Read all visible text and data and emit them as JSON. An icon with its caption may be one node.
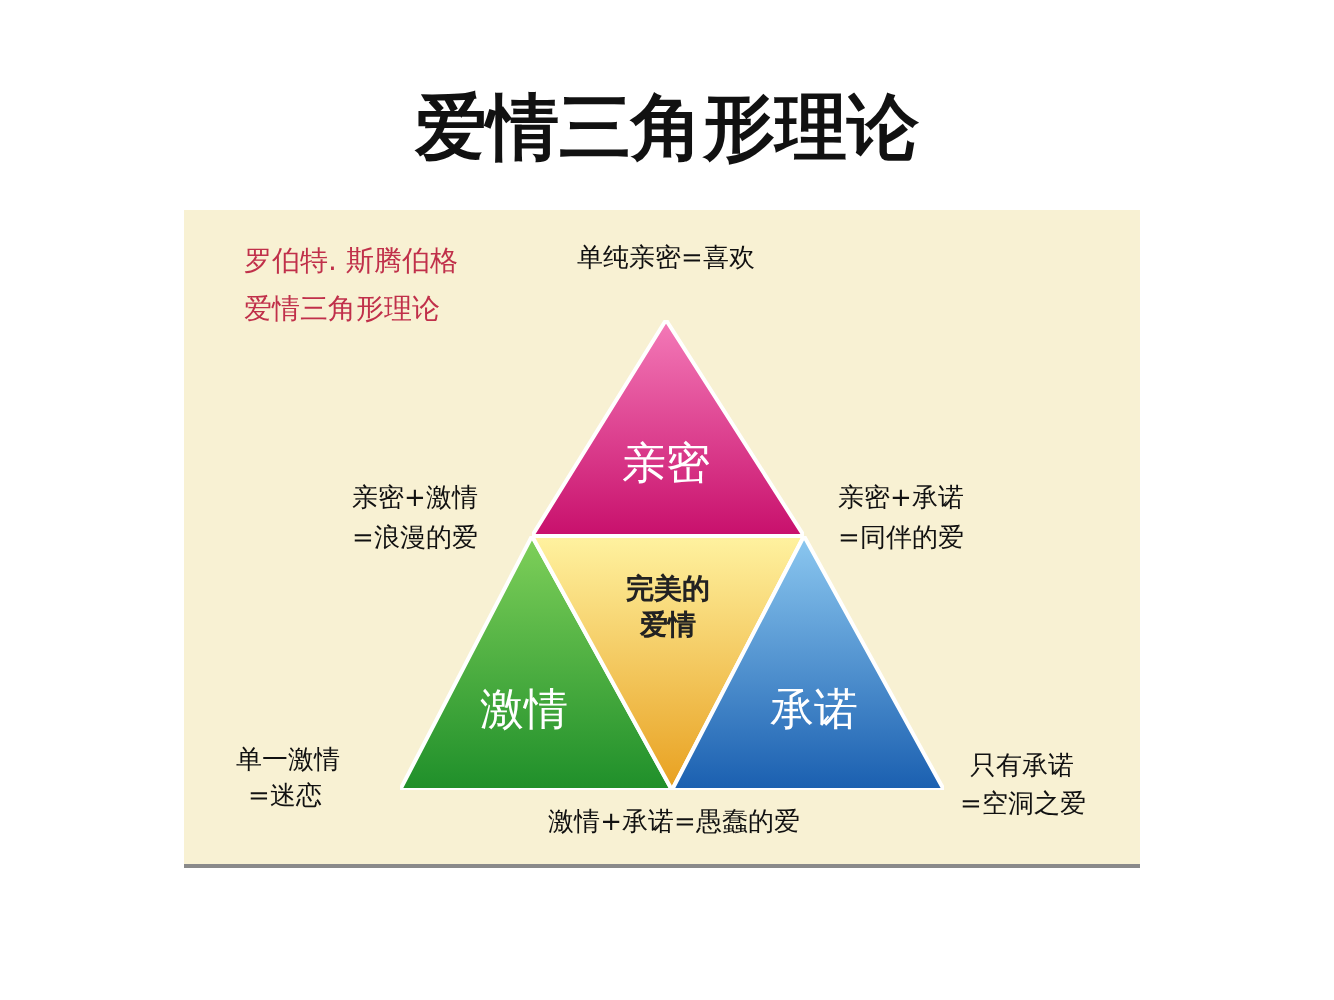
{
  "diagram": {
    "title": "爱情三角形理论",
    "nodes": [
      {
        "text": [
          "罗伯特. 斯腾伯格",
          "爱情三角形理论"
        ]
      },
      {
        "text": [
          "亲密"
        ],
        "in": 0
      },
      {
        "text": [
          "激情"
        ],
        "in": 0
      },
      {
        "text": [
          "完美的爱情"
        ],
        "in": 0
      },
      {
        "text": [
          "承诺"
        ],
        "in": 0
      }
    ],
    "edges": [],
    "labels": [
      "单纯亲密=喜欢",
      "亲密+激情",
      "=浪漫的爱",
      "亲密+承诺",
      "=同伴的爱",
      "单一激情",
      "=迷恋",
      "只有承诺",
      "=空洞之爱",
      "激情+承诺=愚蠢的爱"
    ]
  }
}
